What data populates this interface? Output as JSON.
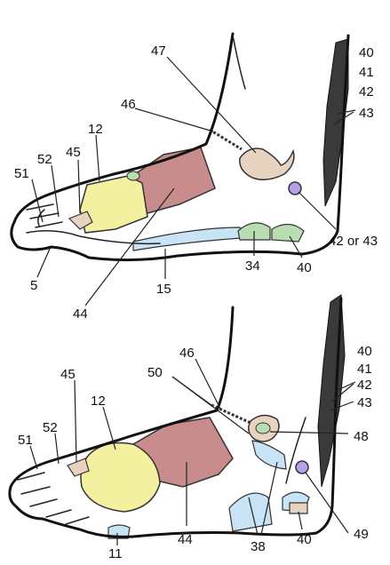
{
  "colors": {
    "pink": "#c98c8c",
    "yellow": "#f3f0a0",
    "blue": "#c7e3f5",
    "green": "#b7ddb0",
    "tan": "#e8d2c0",
    "purple": "#b7a0e8"
  },
  "top_foot": {
    "labels": {
      "l47": "47",
      "l46": "46",
      "l12": "12",
      "l52": "52",
      "l45": "45",
      "l51": "51",
      "l5": "5",
      "l44": "44",
      "l15": "15",
      "l34": "34",
      "l40_bottom": "40",
      "l42or43": "42 or 43",
      "l40": "40",
      "l41": "41",
      "l42": "42",
      "l43": "43"
    }
  },
  "bottom_foot": {
    "labels": {
      "l46": "46",
      "l50": "50",
      "l45": "45",
      "l12": "12",
      "l52": "52",
      "l51": "51",
      "l11": "11",
      "l44": "44",
      "l38": "38",
      "l40_bottom": "40",
      "l48": "48",
      "l49": "49",
      "l40": "40",
      "l41": "41",
      "l42": "42",
      "l43": "43"
    }
  }
}
